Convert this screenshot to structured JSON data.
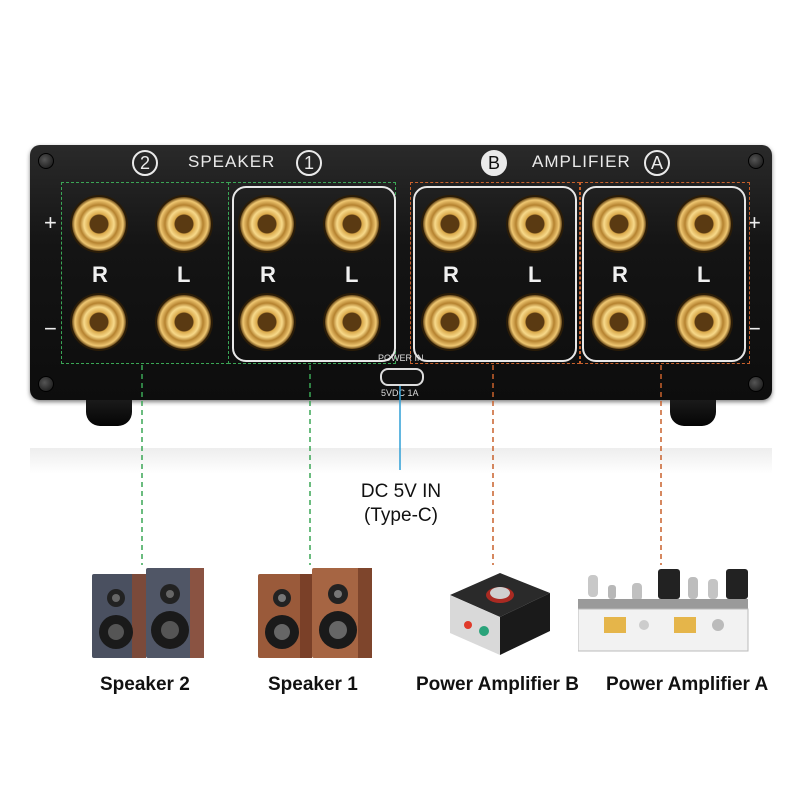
{
  "device": {
    "speaker_label": "SPEAKER",
    "amplifier_label": "AMPLIFIER",
    "num_2": "2",
    "num_1": "1",
    "letter_b": "B",
    "letter_a": "A",
    "plus": "+",
    "minus": "−",
    "r": "R",
    "l": "L",
    "power_in": "POWER IN",
    "power_spec": "5VDC 1A"
  },
  "annotation": {
    "dc_line1": "DC 5V IN",
    "dc_line2": "(Type-C)"
  },
  "captions": {
    "speaker2": "Speaker 2",
    "speaker1": "Speaker 1",
    "amp_b": "Power Amplifier B",
    "amp_a": "Power Amplifier A"
  },
  "colors": {
    "speaker_line": "#3aa655",
    "amplifier_line": "#c8612c",
    "power_line": "#2f9fd6"
  }
}
